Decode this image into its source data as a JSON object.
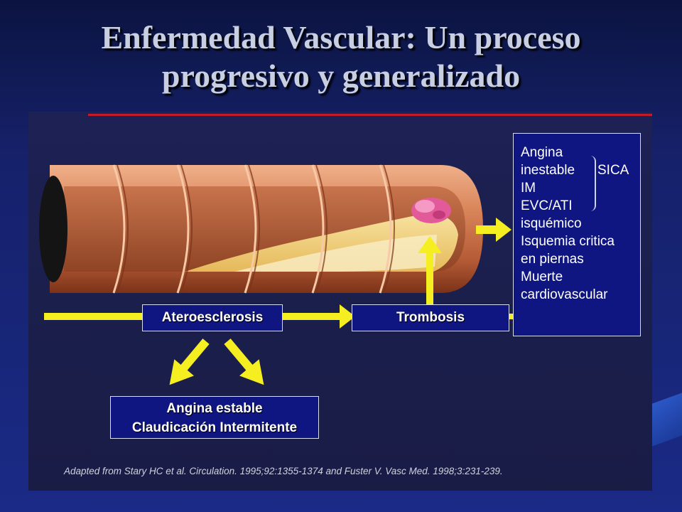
{
  "slide": {
    "title_line1": "Enfermedad Vascular: Un proceso",
    "title_line2": "progresivo y generalizado"
  },
  "diagram": {
    "nodes": {
      "atherosclerosis": "Ateroesclerosis",
      "thrombosis": "Trombosis",
      "stable_line1": "Angina estable",
      "stable_line2": "Claudicación Intermitente"
    },
    "clinical_events": {
      "angina_line1": "Angina",
      "angina_line2": "inestable",
      "sica": "SICA",
      "im": "IM",
      "evc_line1": "EVC/ATI",
      "evc_line2": "isquémico",
      "isquemia_line1": "Isquemia critica",
      "isquemia_line2": "en piernas",
      "muerte_line1": "Muerte",
      "muerte_line2": "cardiovascular"
    },
    "citation": "Adapted from Stary HC et al. Circulation. 1995;92:1355-1374 and Fuster V. Vasc Med. 1998;3:231-239."
  },
  "colors": {
    "background": "#1a2a86",
    "panel": "#1b1f4c",
    "box_fill": "#0f1682",
    "arrow": "#f5ee20",
    "accent_rule": "#c41a2a",
    "artery_wall": "#d9855a",
    "plaque": "#f2d27a",
    "thrombus": "#e35a9a"
  }
}
